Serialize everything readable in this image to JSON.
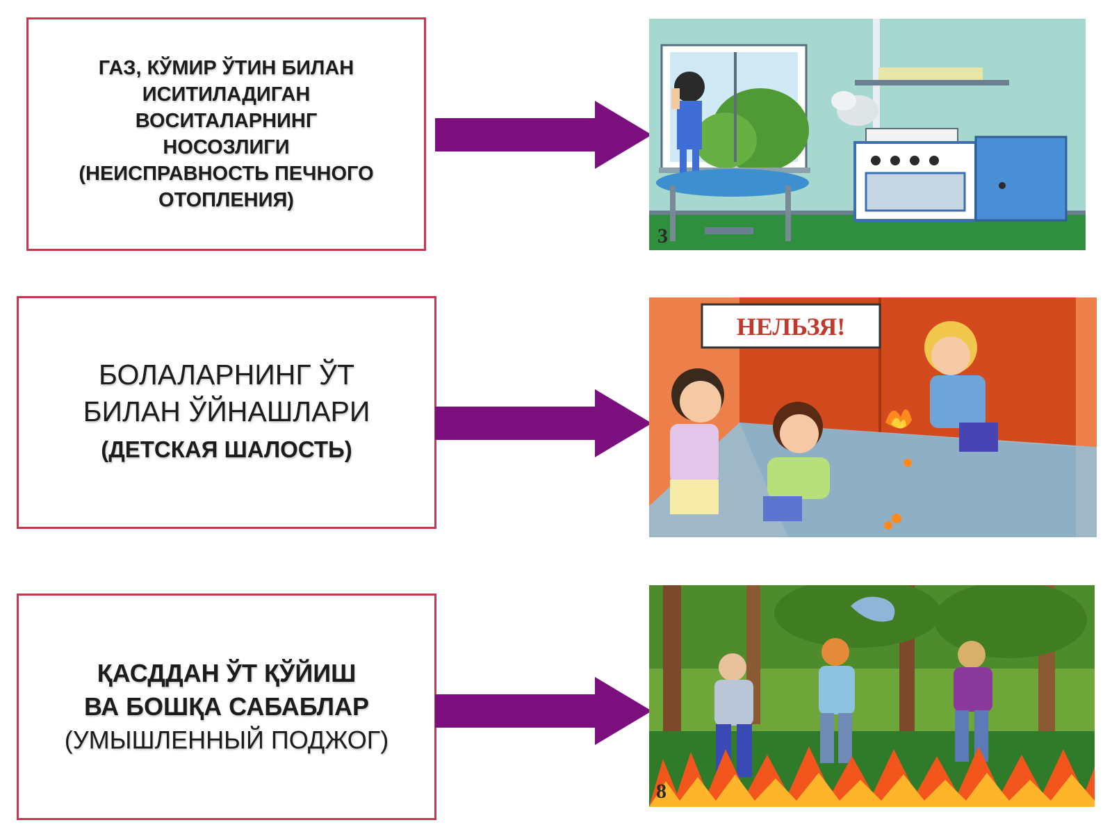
{
  "colors": {
    "box_border": "#c4394f",
    "arrow": "#7b0f7e",
    "text": "#1c1c1c"
  },
  "causes": [
    {
      "lines": [
        "ГАЗ, КЎМИР ЎТИН БИЛАН",
        "ИСИТИЛАДИГАН",
        "ВОСИТАЛАРНИНГ",
        "НОСОЗЛИГИ",
        "(НЕИСПРАВНОСТЬ ПЕЧНОГО",
        "ОТОПЛЕНИЯ)"
      ],
      "scene": {
        "number": "3",
        "icons": [
          "window-icon",
          "child-icon",
          "table-icon",
          "gas-stove-icon",
          "smoke-icon"
        ]
      }
    },
    {
      "lines": [
        "БОЛАЛАРНИНГ ЎТ",
        "БИЛАН ЎЙНАШЛАРИ"
      ],
      "sub": "(ДЕТСКАЯ ШАЛОСТЬ)",
      "scene": {
        "sign": "НЕЛЬЗЯ!",
        "icons": [
          "children-icon",
          "matches-icon",
          "fire-icon"
        ]
      }
    },
    {
      "bold_lines": [
        "ҚАСДДАН ЎТ ҚЎЙИШ",
        "ВА БОШҚА САБАБЛАР"
      ],
      "sub": "(УМЫШЛЕННЫЙ ПОДЖОГ)",
      "scene": {
        "number": "8",
        "icons": [
          "forest-icon",
          "people-icon",
          "fire-icon"
        ]
      }
    }
  ]
}
